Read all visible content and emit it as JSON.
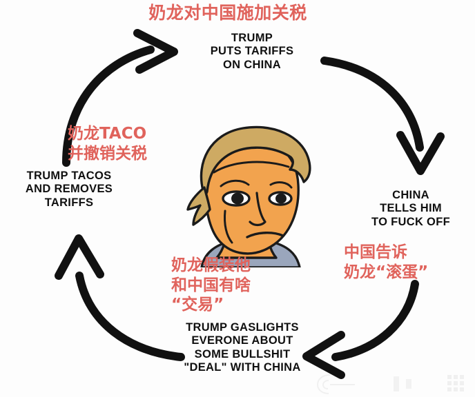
{
  "meme": {
    "type": "cycle-diagram",
    "title_visible": false,
    "background_color": "#fdfdfd",
    "english_text_color": "#101010",
    "chinese_text_color": "#e0635c",
    "arrow_color": "#111111"
  },
  "cycle": {
    "nodes": [
      {
        "id": "top",
        "position": "top",
        "english": "TRUMP\nPUTS TARIFFS\nON CHINA",
        "chinese": "奶龙对中国施加关税"
      },
      {
        "id": "right",
        "position": "right",
        "english": "CHINA\nTELLS HIM\nTO FUCK OFF",
        "chinese": "中国告诉\n奶龙“滚蛋”"
      },
      {
        "id": "bottom",
        "position": "bottom",
        "english": "TRUMP GASLIGHTS\nEVERONE ABOUT\nSOME BULLSHIT\n\"DEAL\" WITH CHINA",
        "chinese": "奶龙假装他\n和中国有啥\n“交易”"
      },
      {
        "id": "left",
        "position": "left",
        "english": "TRUMP TACOS\nAND REMOVES\nTARIFFS",
        "chinese": "奶龙TACO\n并撤销关税"
      }
    ],
    "arrows": [
      {
        "id": "arrow-top-left",
        "from": "left",
        "to": "top",
        "direction": "up-right",
        "shape": "curved"
      },
      {
        "id": "arrow-top-right",
        "from": "top",
        "to": "right",
        "direction": "down",
        "shape": "curved"
      },
      {
        "id": "arrow-bottom-right",
        "from": "right",
        "to": "bottom",
        "direction": "left",
        "shape": "curved"
      },
      {
        "id": "arrow-bottom-left",
        "from": "bottom",
        "to": "left",
        "direction": "up",
        "shape": "curved"
      }
    ]
  },
  "character": {
    "name": "trump-wojak-face",
    "description": "smug wojak cartoon face with blond swoop hair",
    "colors": {
      "skin": "#f2a34e",
      "hair": "#ceaa63",
      "outline": "#1b1b1b",
      "collar": "#9aa6bc",
      "eye_white": "#ffffff",
      "pupil": "#1b1b1b"
    }
  },
  "watermark": {
    "present": true,
    "description": "faint translucent logo mark bottom right"
  }
}
